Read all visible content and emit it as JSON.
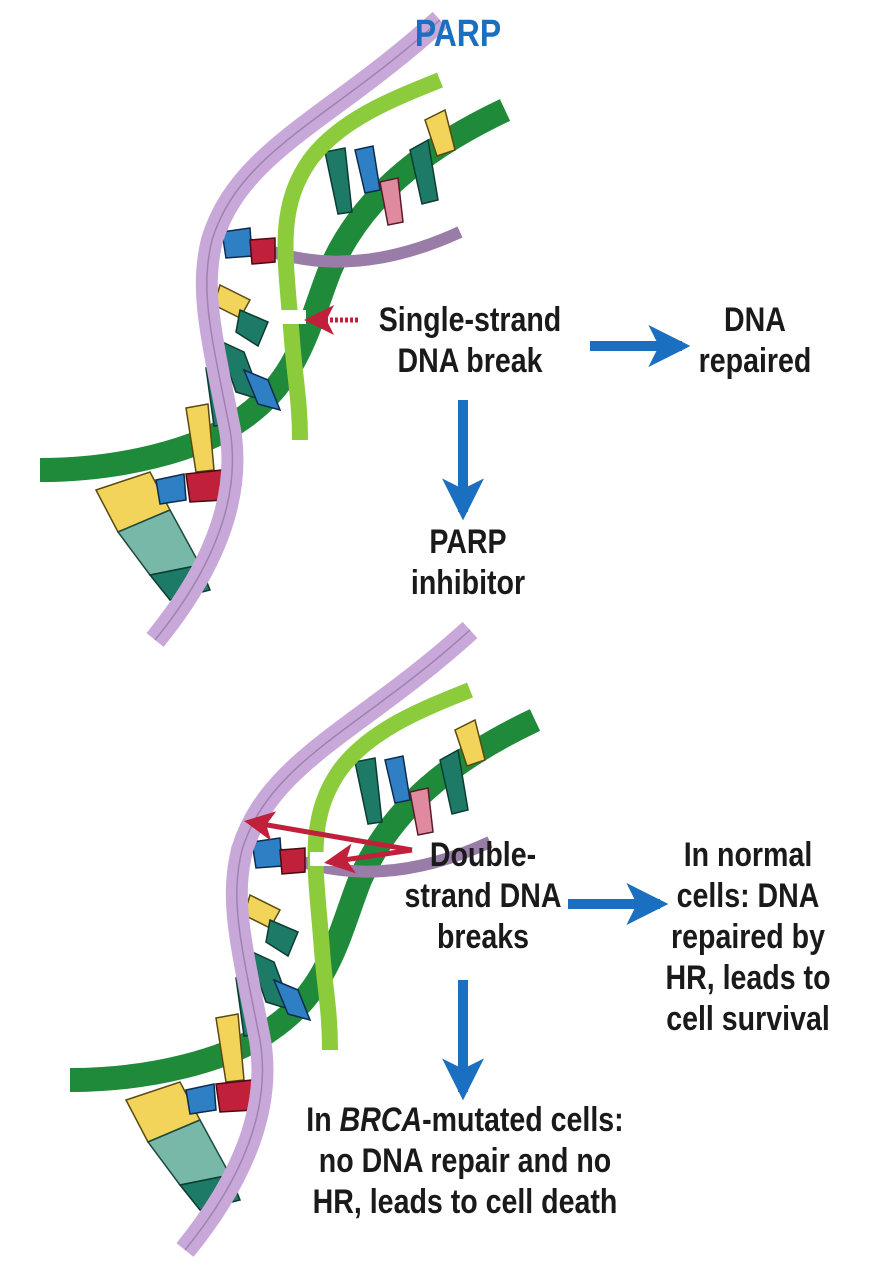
{
  "title": "PARP",
  "labels": {
    "single_break": [
      "Single-strand",
      "DNA break"
    ],
    "repaired": [
      "DNA",
      "repaired"
    ],
    "inhibitor": [
      "PARP",
      "inhibitor"
    ],
    "double_break": [
      "Double-",
      "strand DNA",
      "breaks"
    ],
    "normal_cells": [
      "In normal",
      "cells: DNA",
      "repaired by",
      "HR, leads to",
      "cell survival"
    ],
    "brca": {
      "prefix": "In ",
      "gene": "BRCA",
      "line1_rest": "-mutated cells:",
      "line2": "no DNA repair and no",
      "line3": "HR, leads to cell death"
    }
  },
  "colors": {
    "title": "#1b6fc0",
    "flow_arrow": "#1b6fc0",
    "break_arrow": "#c0203a",
    "backbone_green": "#1f8a3a",
    "backbone_lime": "#8ccc3c",
    "backbone_lavender": "#c8a8d8",
    "base_yellow": "#f2d45a",
    "base_teal": "#1d7a66",
    "base_blue": "#2f7fc4",
    "base_red": "#c0203a",
    "base_pink": "#e08aa0"
  }
}
